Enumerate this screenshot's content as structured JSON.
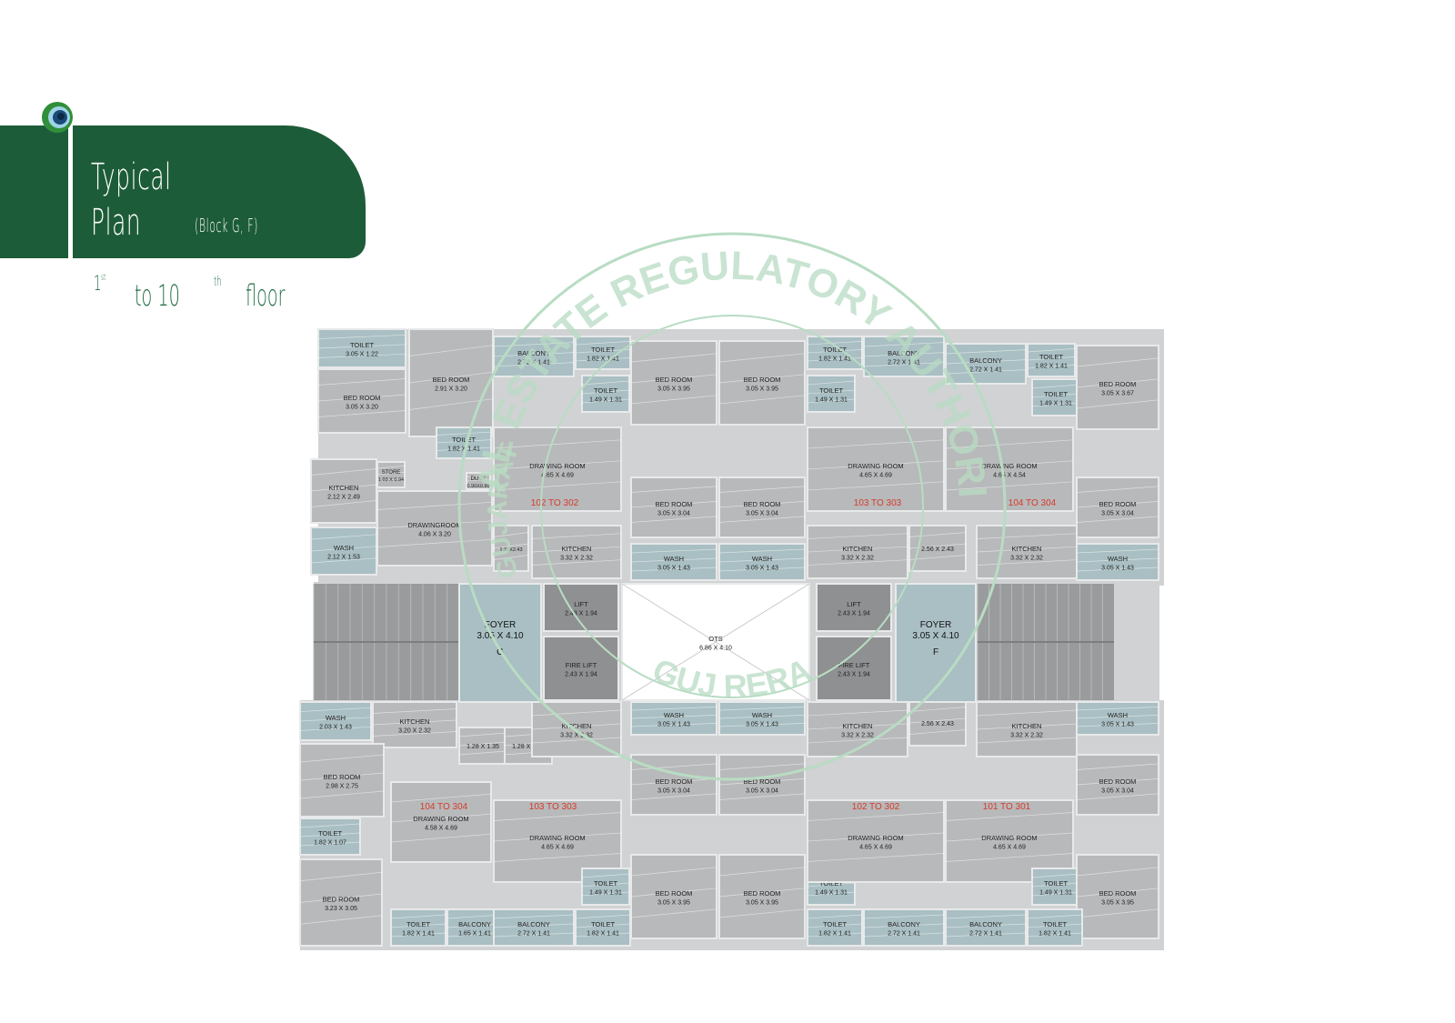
{
  "header": {
    "title_line1": "Typical",
    "title_line2": "Plan",
    "block_note": "(Block G, F)",
    "brand_color": "#1d5c38",
    "logo_icon": "peacock-feather-icon"
  },
  "floor_range": {
    "from_num": "1",
    "from_sup": "st",
    "to_text": "to 10",
    "to_sup": "th",
    "floor_word": "floor"
  },
  "watermark": {
    "top_text": "REAL ESTATE REGULATORY AUTHORITY",
    "bottom_text": "GUJ RERA",
    "left_text": "GUJARAT",
    "color": "#b8dcc3"
  },
  "plan": {
    "colors": {
      "wall": "#d0d2d3",
      "room": "#b8b9ba",
      "wet": "#a9bfc3",
      "dark": "#8f9091",
      "floor_line": "#ffffff"
    },
    "rooms": [
      {
        "label": "TOILET",
        "dim": "3.05 X 1.22",
        "kind": "wet"
      },
      {
        "label": "BED ROOM",
        "dim": "2.91 X 3.20",
        "kind": "room"
      },
      {
        "label": "BED ROOM",
        "dim": "3.05 X 3.20",
        "kind": "room"
      },
      {
        "label": "TOILET",
        "dim": "1.82 X 1.41",
        "kind": "wet"
      },
      {
        "label": "STORE",
        "dim": "1.03 X 0.94",
        "kind": "room"
      },
      {
        "label": "DUCT",
        "dim": "0.90X0.90",
        "kind": "room"
      },
      {
        "label": "KITCHEN",
        "dim": "2.12 X 2.49",
        "kind": "room"
      },
      {
        "label": "DRAWINGROOM",
        "dim": "4.06 X 3.20",
        "kind": "room"
      },
      {
        "label": "WASH",
        "dim": "2.12 X 1.53",
        "kind": "wet"
      },
      {
        "label": "",
        "dim": "1.22X2.43",
        "kind": "room"
      },
      {
        "label": "BALCONY",
        "dim": "2.72 X 1.41",
        "kind": "wet"
      },
      {
        "label": "TOILET",
        "dim": "1.82 X 1.41",
        "kind": "wet"
      },
      {
        "label": "TOILET",
        "dim": "1.49 X 1.31",
        "kind": "wet"
      },
      {
        "label": "BED ROOM",
        "dim": "3.05 X 3.95",
        "kind": "room"
      },
      {
        "label": "DRAWING ROOM",
        "dim": "4.65 X 4.69",
        "kind": "room"
      },
      {
        "label": "BED ROOM",
        "dim": "3.05 X 3.04",
        "kind": "room"
      },
      {
        "label": "KITCHEN",
        "dim": "3.32 X 2.32",
        "kind": "room"
      },
      {
        "label": "WASH",
        "dim": "3.05 X 1.43",
        "kind": "wet"
      },
      {
        "label": "BED ROOM",
        "dim": "3.05 X 3.95",
        "kind": "room"
      },
      {
        "label": "TOILET",
        "dim": "1.82 X 1.41",
        "kind": "wet"
      },
      {
        "label": "TOILET",
        "dim": "1.49 X 1.31",
        "kind": "wet"
      },
      {
        "label": "BALCONY",
        "dim": "2.72 X 1.41",
        "kind": "wet"
      },
      {
        "label": "DRAWING ROOM",
        "dim": "4.65 X 4.69",
        "kind": "room"
      },
      {
        "label": "BED ROOM",
        "dim": "3.05 X 3.04",
        "kind": "room"
      },
      {
        "label": "KITCHEN",
        "dim": "3.32 X 2.32",
        "kind": "room"
      },
      {
        "label": "WASH",
        "dim": "3.05 X 1.43",
        "kind": "wet"
      },
      {
        "label": "",
        "dim": "2.56 X 2.43",
        "kind": "room"
      },
      {
        "label": "BALCONY",
        "dim": "2.72 X 1.41",
        "kind": "wet"
      },
      {
        "label": "TOILET",
        "dim": "1.82 X 1.41",
        "kind": "wet"
      },
      {
        "label": "TOILET",
        "dim": "1.49 X 1.31",
        "kind": "wet"
      },
      {
        "label": "BED ROOM",
        "dim": "3.05 X 3.67",
        "kind": "room"
      },
      {
        "label": "DRAWING ROOM",
        "dim": "4.65 X 4.54",
        "kind": "room"
      },
      {
        "label": "BED ROOM",
        "dim": "3.05 X 3.04",
        "kind": "room"
      },
      {
        "label": "KITCHEN",
        "dim": "3.32 X 2.32",
        "kind": "room"
      },
      {
        "label": "WASH",
        "dim": "3.05 X 1.43",
        "kind": "wet"
      },
      {
        "label": "LIFT",
        "dim": "2.43 X 1.94",
        "kind": "dark"
      },
      {
        "label": "FIRE LIFT",
        "dim": "2.43 X 1.94",
        "kind": "dark"
      },
      {
        "label": "OTS",
        "dim": "6.86 X 4.10",
        "kind": "open"
      },
      {
        "label": "LIFT",
        "dim": "2.43 X 1.94",
        "kind": "dark"
      },
      {
        "label": "FIRE LIFT",
        "dim": "2.43 X 1.94",
        "kind": "dark"
      },
      {
        "label": "WASH",
        "dim": "2.03 X 1.43",
        "kind": "wet"
      },
      {
        "label": "KITCHEN",
        "dim": "3.20 X 2.32",
        "kind": "room"
      },
      {
        "label": "",
        "dim": "1.28 X 1.35",
        "kind": "room"
      },
      {
        "label": "",
        "dim": "1.28 X 1.35",
        "kind": "room"
      },
      {
        "label": "BED ROOM",
        "dim": "2.98 X 2.75",
        "kind": "room"
      },
      {
        "label": "DRAWING ROOM",
        "dim": "4.58 X 4.69",
        "kind": "room"
      },
      {
        "label": "TOILET",
        "dim": "1.82 X 1.07",
        "kind": "wet"
      },
      {
        "label": "BED ROOM",
        "dim": "3.23 X 3.05",
        "kind": "room"
      },
      {
        "label": "TOILET",
        "dim": "1.82 X 1.41",
        "kind": "wet"
      },
      {
        "label": "BALCONY",
        "dim": "1.65 X 1.41",
        "kind": "wet"
      },
      {
        "label": "KITCHEN",
        "dim": "3.32 X 2.32",
        "kind": "room"
      },
      {
        "label": "WASH",
        "dim": "3.05 X 1.43",
        "kind": "wet"
      },
      {
        "label": "BED ROOM",
        "dim": "3.05 X 3.04",
        "kind": "room"
      },
      {
        "label": "DRAWING ROOM",
        "dim": "4.65 X 4.69",
        "kind": "room"
      },
      {
        "label": "TOILET",
        "dim": "1.49 X 1.31",
        "kind": "wet"
      },
      {
        "label": "BED ROOM",
        "dim": "3.05 X 3.95",
        "kind": "room"
      },
      {
        "label": "BALCONY",
        "dim": "2.72 X 1.41",
        "kind": "wet"
      },
      {
        "label": "TOILET",
        "dim": "1.82 X 1.41",
        "kind": "wet"
      },
      {
        "label": "WASH",
        "dim": "3.05 X 1.43",
        "kind": "wet"
      },
      {
        "label": "KITCHEN",
        "dim": "3.32 X 2.32",
        "kind": "room"
      },
      {
        "label": "BED ROOM",
        "dim": "3.05 X 3.04",
        "kind": "room"
      },
      {
        "label": "",
        "dim": "2.56 X 2.43",
        "kind": "room"
      },
      {
        "label": "BED ROOM",
        "dim": "3.05 X 3.95",
        "kind": "room"
      },
      {
        "label": "TOILET",
        "dim": "1.49 X 1.31",
        "kind": "wet"
      },
      {
        "label": "DRAWING ROOM",
        "dim": "4.65 X 4.69",
        "kind": "room"
      },
      {
        "label": "TOILET",
        "dim": "1.82 X 1.41",
        "kind": "wet"
      },
      {
        "label": "BALCONY",
        "dim": "2.72 X 1.41",
        "kind": "wet"
      },
      {
        "label": "KITCHEN",
        "dim": "3.32 X 2.32",
        "kind": "room"
      },
      {
        "label": "WASH",
        "dim": "3.05 X 1.43",
        "kind": "wet"
      },
      {
        "label": "BED ROOM",
        "dim": "3.05 X 3.04",
        "kind": "room"
      },
      {
        "label": "DRAWING ROOM",
        "dim": "4.65 X 4.69",
        "kind": "room"
      },
      {
        "label": "TOILET",
        "dim": "1.49 X 1.31",
        "kind": "wet"
      },
      {
        "label": "BED ROOM",
        "dim": "3.05 X 3.95",
        "kind": "room"
      },
      {
        "label": "BALCONY",
        "dim": "2.72 X 1.41",
        "kind": "wet"
      },
      {
        "label": "TOILET",
        "dim": "1.82 X 1.41",
        "kind": "wet"
      }
    ],
    "foyers": [
      {
        "label": "FOYER",
        "dim": "3.05 X 4.10",
        "block": "G"
      },
      {
        "label": "FOYER",
        "dim": "3.05 X 4.10",
        "block": "F"
      }
    ],
    "unit_ranges": [
      "102 TO 302",
      "103 TO 303",
      "104 TO 304",
      "104 TO 304",
      "103 TO 303",
      "102 TO 302",
      "101 TO 301"
    ]
  }
}
